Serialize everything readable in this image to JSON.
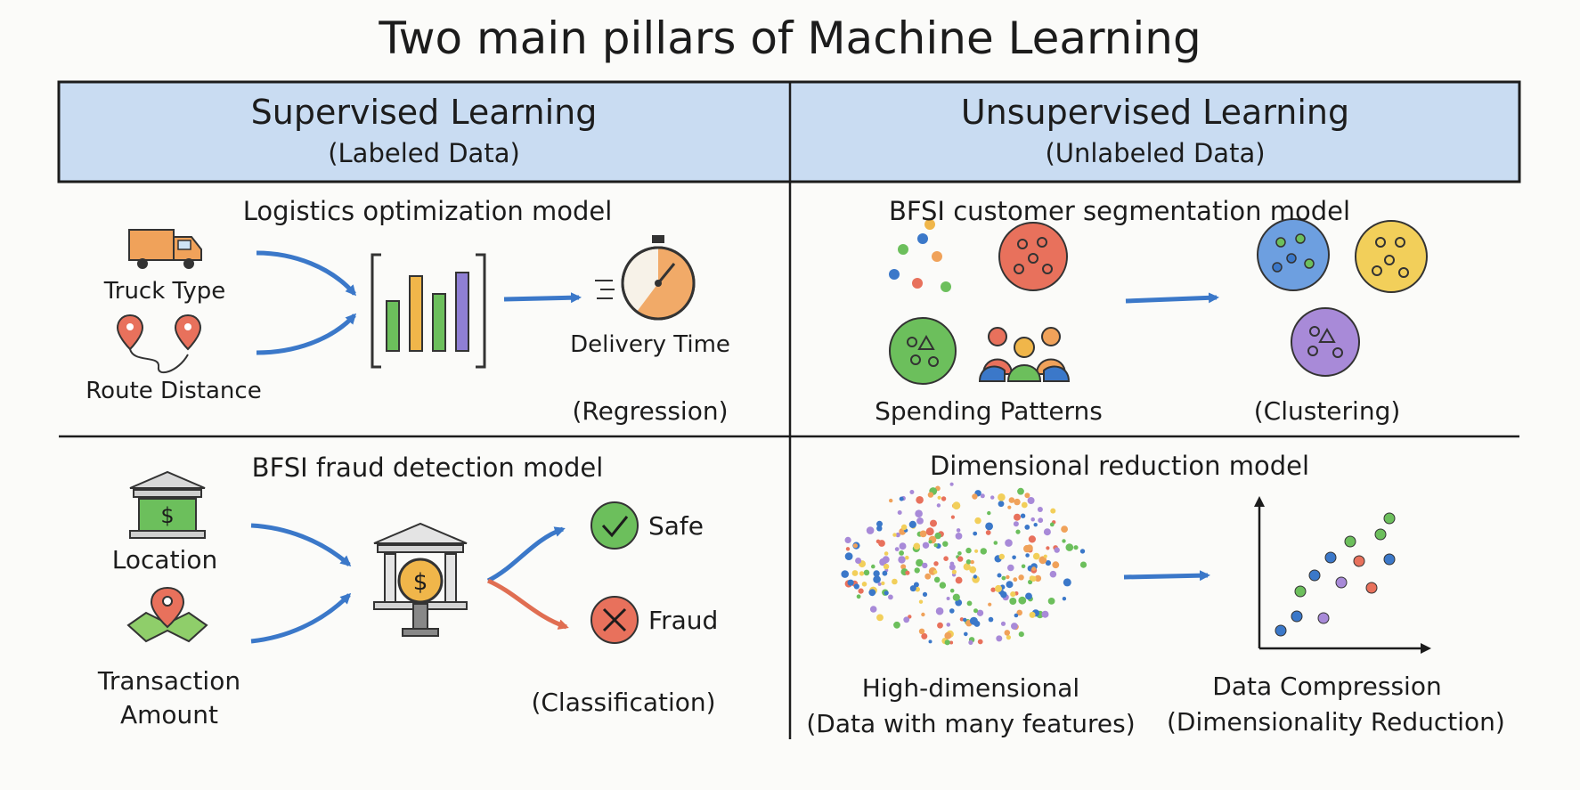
{
  "title": "Two main pillars of Machine Learning",
  "columns": {
    "supervised": {
      "heading": "Supervised Learning",
      "sub": "(Labeled Data)"
    },
    "unsupervised": {
      "heading": "Unsupervised Learning",
      "sub": "(Unlabeled Data)"
    }
  },
  "panels": {
    "logistics": {
      "heading": "Logistics optimization model",
      "input1": "Truck Type",
      "input2": "Route Distance",
      "output": "Delivery Time",
      "type": "(Regression)"
    },
    "segmentation": {
      "heading": "BFSI customer segmentation model",
      "input": "Spending Patterns",
      "type": "(Clustering)"
    },
    "fraud": {
      "heading": "BFSI fraud detection model",
      "input1": "Location",
      "input2_line1": "Transaction",
      "input2_line2": "Amount",
      "output_safe": "Safe",
      "output_fraud": "Fraud",
      "type": "(Classification)"
    },
    "dimred": {
      "heading": "Dimensional reduction model",
      "input_line1": "High-dimensional",
      "input_line2": "(Data with many features)",
      "output_line1": "Data Compression",
      "output_line2": "(Dimensionality Reduction)"
    }
  },
  "colors": {
    "header_fill": "#c9dcf2",
    "arrow_blue": "#3b78c9",
    "arrow_red": "#e06e52",
    "safe_green": "#6cbf5c",
    "fraud_red": "#e8715c"
  }
}
